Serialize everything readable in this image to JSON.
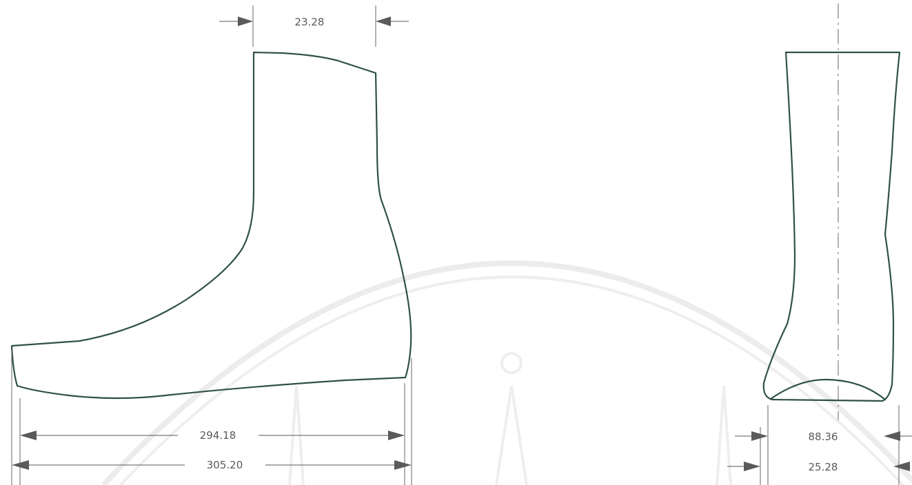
{
  "side_view": {
    "top_width_label": "23.28",
    "sole_length_label": "294.18",
    "overall_length_label": "305.20"
  },
  "front_view": {
    "width_label": "88.36",
    "sole_width_label": "25.28"
  }
}
